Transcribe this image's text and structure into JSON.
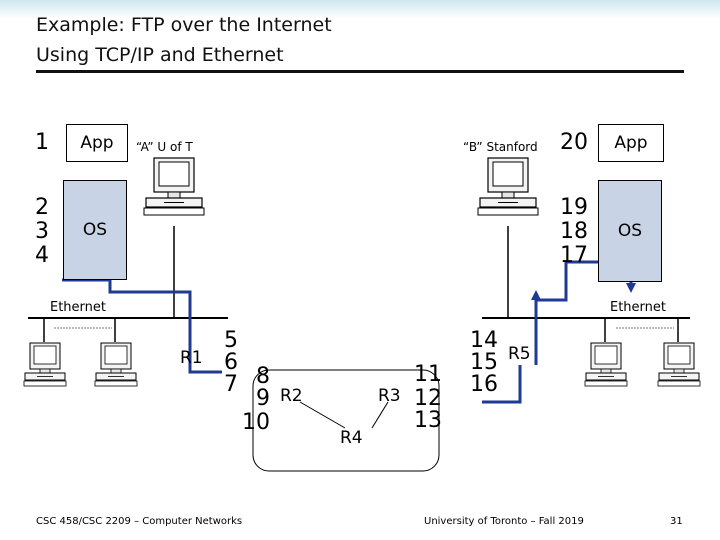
{
  "title": {
    "line1": "Example: FTP over the Internet",
    "line2": "Using TCP/IP and Ethernet"
  },
  "left_host": {
    "label": "“A” U of T",
    "layers": [
      {
        "number": "1",
        "name": "App"
      },
      {
        "number": "2\n3\n4",
        "name": "OS"
      }
    ],
    "network_label": "Ethernet"
  },
  "right_host": {
    "label": "“B” Stanford",
    "layers": [
      {
        "number": "20",
        "name": "App"
      },
      {
        "number": "19\n18\n17",
        "name": "OS"
      }
    ],
    "network_label": "Ethernet"
  },
  "routers": {
    "R1": {
      "label": "R1",
      "hops": [
        "5",
        "6",
        "7"
      ]
    },
    "R2": {
      "label": "R2",
      "hops": [
        "8",
        "9",
        "10"
      ]
    },
    "R3": {
      "label": "R3",
      "hops": [
        "11",
        "12",
        "13"
      ]
    },
    "R4": {
      "label": "R4"
    },
    "R5": {
      "label": "R5",
      "hops": [
        "14",
        "15",
        "16"
      ]
    }
  },
  "colors": {
    "path": "#1f3a93",
    "os_box": "#c9d3e6",
    "top_band": "#cfe7f0"
  },
  "footer": {
    "course": "CSC 458/CSC 2209 – Computer Networks",
    "university": "University of Toronto – Fall 2019",
    "page": "31"
  }
}
